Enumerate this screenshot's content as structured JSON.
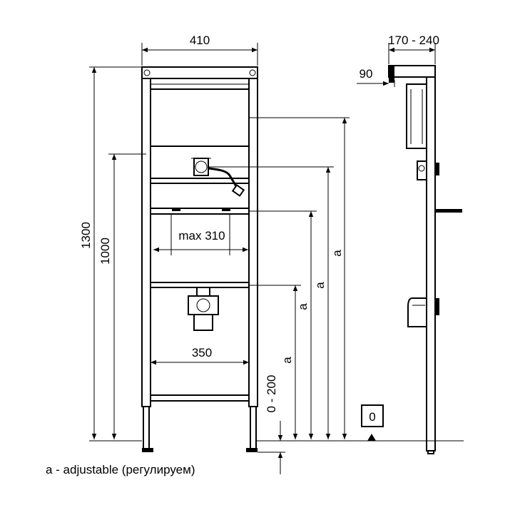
{
  "dimensions": {
    "width_total": "410",
    "depth": "170 - 240",
    "offset_top": "90",
    "height_total": "1300",
    "height_1000": "1000",
    "max_width": "max 310",
    "width_350": "350",
    "range_0_200": "0 - 200",
    "adjustable_a": "a",
    "floor_level": "0"
  },
  "legend": {
    "note": "a - adjustable (регулируем)"
  }
}
